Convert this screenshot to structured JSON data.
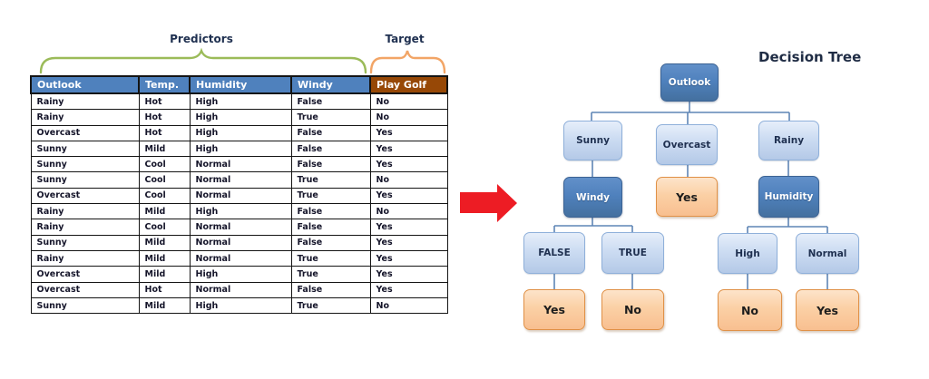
{
  "annotations": {
    "predictors_label": "Predictors",
    "target_label": "Target",
    "predictors_brace_color": "#9bbb59",
    "target_brace_color": "#f2a566"
  },
  "table": {
    "headers": [
      "Outlook",
      "Temp.",
      "Humidity",
      "Windy",
      "Play Golf"
    ],
    "header_colors": {
      "predictor_bg": "#4f81bd",
      "target_bg": "#974806",
      "text": "#ffffff"
    },
    "rows": [
      [
        "Rainy",
        "Hot",
        "High",
        "False",
        "No"
      ],
      [
        "Rainy",
        "Hot",
        "High",
        "True",
        "No"
      ],
      [
        "Overcast",
        "Hot",
        "High",
        "False",
        "Yes"
      ],
      [
        "Sunny",
        "Mild",
        "High",
        "False",
        "Yes"
      ],
      [
        "Sunny",
        "Cool",
        "Normal",
        "False",
        "Yes"
      ],
      [
        "Sunny",
        "Cool",
        "Normal",
        "True",
        "No"
      ],
      [
        "Overcast",
        "Cool",
        "Normal",
        "True",
        "Yes"
      ],
      [
        "Rainy",
        "Mild",
        "High",
        "False",
        "No"
      ],
      [
        "Rainy",
        "Cool",
        "Normal",
        "False",
        "Yes"
      ],
      [
        "Sunny",
        "Mild",
        "Normal",
        "False",
        "Yes"
      ],
      [
        "Rainy",
        "Mild",
        "Normal",
        "True",
        "Yes"
      ],
      [
        "Overcast",
        "Mild",
        "High",
        "True",
        "Yes"
      ],
      [
        "Overcast",
        "Hot",
        "Normal",
        "False",
        "Yes"
      ],
      [
        "Sunny",
        "Mild",
        "High",
        "True",
        "No"
      ]
    ]
  },
  "arrow": {
    "color": "#ed1c24",
    "direction": "right"
  },
  "tree": {
    "title": "Decision Tree",
    "colors": {
      "attribute_bg": "#4f81bd",
      "value_bg": "#c3d6ef",
      "outcome_bg": "#f8bf90",
      "connector": "#5f85b5"
    },
    "nodes": [
      {
        "id": "outlook",
        "label": "Outlook",
        "kind": "attribute"
      },
      {
        "id": "sunny",
        "label": "Sunny",
        "kind": "value"
      },
      {
        "id": "overcast",
        "label": "Overcast",
        "kind": "value"
      },
      {
        "id": "rainy",
        "label": "Rainy",
        "kind": "value"
      },
      {
        "id": "windy",
        "label": "Windy",
        "kind": "attribute"
      },
      {
        "id": "yes-overcast",
        "label": "Yes",
        "kind": "outcome"
      },
      {
        "id": "humidity",
        "label": "Humidity",
        "kind": "attribute"
      },
      {
        "id": "false-branch",
        "label": "FALSE",
        "kind": "value"
      },
      {
        "id": "true-branch",
        "label": "TRUE",
        "kind": "value"
      },
      {
        "id": "high",
        "label": "High",
        "kind": "value"
      },
      {
        "id": "normal",
        "label": "Normal",
        "kind": "value"
      },
      {
        "id": "yes-false",
        "label": "Yes",
        "kind": "outcome"
      },
      {
        "id": "no-true",
        "label": "No",
        "kind": "outcome"
      },
      {
        "id": "no-high",
        "label": "No",
        "kind": "outcome"
      },
      {
        "id": "yes-normal",
        "label": "Yes",
        "kind": "outcome"
      }
    ],
    "edges": [
      [
        "outlook",
        "sunny"
      ],
      [
        "outlook",
        "overcast"
      ],
      [
        "outlook",
        "rainy"
      ],
      [
        "sunny",
        "windy"
      ],
      [
        "overcast",
        "yes-overcast"
      ],
      [
        "rainy",
        "humidity"
      ],
      [
        "windy",
        "false-branch"
      ],
      [
        "windy",
        "true-branch"
      ],
      [
        "humidity",
        "high"
      ],
      [
        "humidity",
        "normal"
      ],
      [
        "false-branch",
        "yes-false"
      ],
      [
        "true-branch",
        "no-true"
      ],
      [
        "high",
        "no-high"
      ],
      [
        "normal",
        "yes-normal"
      ]
    ]
  }
}
